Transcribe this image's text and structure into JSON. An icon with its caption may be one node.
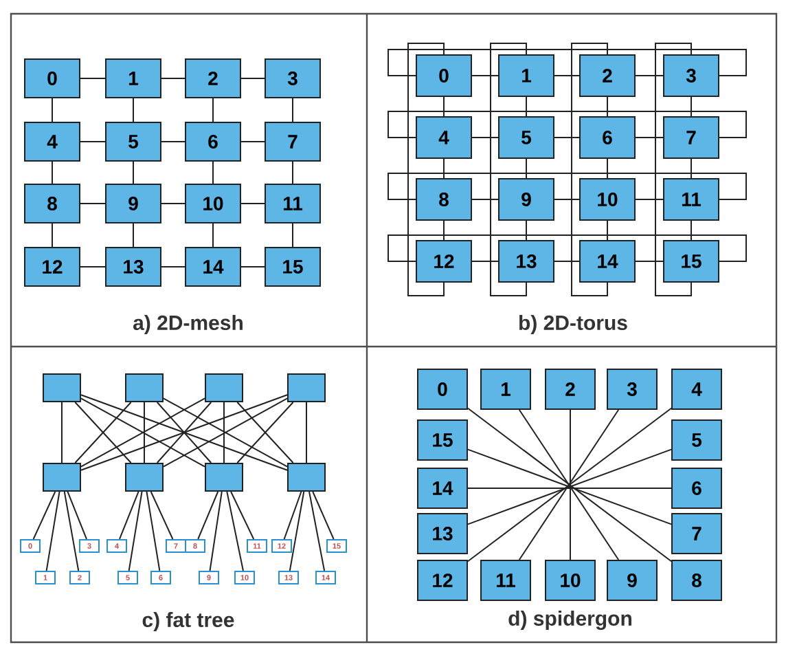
{
  "diagram": {
    "nodes": [
      {
        "text": [
          "0"
        ]
      },
      {
        "text": [
          "1"
        ]
      },
      {
        "text": [
          "2"
        ]
      },
      {
        "text": [
          "3"
        ]
      },
      {
        "text": [
          "4"
        ]
      },
      {
        "text": [
          "5"
        ]
      },
      {
        "text": [
          "6"
        ]
      },
      {
        "text": [
          "7"
        ]
      },
      {
        "text": [
          "8"
        ]
      },
      {
        "text": [
          "9"
        ]
      },
      {
        "text": [
          "10"
        ]
      },
      {
        "text": [
          "11"
        ]
      },
      {
        "text": [
          "12"
        ]
      },
      {
        "text": [
          "13"
        ]
      },
      {
        "text": [
          "14"
        ]
      },
      {
        "text": [
          "15"
        ]
      },
      {
        "text": [
          "0"
        ]
      },
      {
        "text": [
          "1"
        ]
      },
      {
        "text": [
          "2"
        ]
      },
      {
        "text": [
          "3"
        ]
      },
      {
        "text": [
          "4"
        ]
      },
      {
        "text": [
          "5"
        ]
      },
      {
        "text": [
          "6"
        ]
      },
      {
        "text": [
          "7"
        ]
      },
      {
        "text": [
          "8"
        ]
      },
      {
        "text": [
          "9"
        ]
      },
      {
        "text": [
          "10"
        ]
      },
      {
        "text": [
          "11"
        ]
      },
      {
        "text": [
          "12"
        ]
      },
      {
        "text": [
          "13"
        ]
      },
      {
        "text": [
          "14"
        ]
      },
      {
        "text": [
          "15"
        ]
      },
      {
        "text": [],
        "shape": "box"
      },
      {
        "text": [],
        "shape": "box"
      },
      {
        "text": [],
        "shape": "box"
      },
      {
        "text": [],
        "shape": "box"
      },
      {
        "text": [],
        "shape": "box"
      },
      {
        "text": [],
        "shape": "box"
      },
      {
        "text": [],
        "shape": "box"
      },
      {
        "text": [],
        "shape": "box"
      },
      {
        "text": [
          "0"
        ]
      },
      {
        "text": [
          "1"
        ]
      },
      {
        "text": [
          "2"
        ]
      },
      {
        "text": [
          "3"
        ]
      },
      {
        "text": [
          "4"
        ]
      },
      {
        "text": [
          "5"
        ]
      },
      {
        "text": [
          "6"
        ]
      },
      {
        "text": [
          "7"
        ]
      },
      {
        "text": [
          "8"
        ]
      },
      {
        "text": [
          "9"
        ]
      },
      {
        "text": [
          "10"
        ]
      },
      {
        "text": [
          "11"
        ]
      },
      {
        "text": [
          "12"
        ]
      },
      {
        "text": [
          "13"
        ]
      },
      {
        "text": [
          "14"
        ]
      },
      {
        "text": [
          "15"
        ]
      },
      {
        "text": [
          "0"
        ]
      },
      {
        "text": [
          "1"
        ]
      },
      {
        "text": [
          "2"
        ]
      },
      {
        "text": [
          "3"
        ]
      },
      {
        "text": [
          "4"
        ]
      },
      {
        "text": [
          "5"
        ]
      },
      {
        "text": [
          "6"
        ]
      },
      {
        "text": [
          "7"
        ]
      },
      {
        "text": [
          "8"
        ]
      },
      {
        "text": [
          "9"
        ]
      },
      {
        "text": [
          "10"
        ]
      },
      {
        "text": [
          "11"
        ]
      },
      {
        "text": [
          "12"
        ]
      },
      {
        "text": [
          "13"
        ]
      },
      {
        "text": [
          "14"
        ]
      },
      {
        "text": [
          "15"
        ]
      }
    ],
    "edges": [
      {
        "from": 0,
        "to": 1,
        "arrow": "none"
      },
      {
        "from": 1,
        "to": 2,
        "arrow": "none"
      },
      {
        "from": 2,
        "to": 3,
        "arrow": "none"
      },
      {
        "from": 4,
        "to": 5,
        "arrow": "none"
      },
      {
        "from": 5,
        "to": 6,
        "arrow": "none"
      },
      {
        "from": 6,
        "to": 7,
        "arrow": "none"
      },
      {
        "from": 8,
        "to": 9,
        "arrow": "none"
      },
      {
        "from": 9,
        "to": 10,
        "arrow": "none"
      },
      {
        "from": 10,
        "to": 11,
        "arrow": "none"
      },
      {
        "from": 12,
        "to": 13,
        "arrow": "none"
      },
      {
        "from": 13,
        "to": 14,
        "arrow": "none"
      },
      {
        "from": 14,
        "to": 15,
        "arrow": "none"
      },
      {
        "from": 0,
        "to": 4,
        "arrow": "none"
      },
      {
        "from": 4,
        "to": 8,
        "arrow": "none"
      },
      {
        "from": 8,
        "to": 12,
        "arrow": "none"
      },
      {
        "from": 1,
        "to": 5,
        "arrow": "none"
      },
      {
        "from": 5,
        "to": 9,
        "arrow": "none"
      },
      {
        "from": 9,
        "to": 13,
        "arrow": "none"
      },
      {
        "from": 2,
        "to": 6,
        "arrow": "none"
      },
      {
        "from": 6,
        "to": 10,
        "arrow": "none"
      },
      {
        "from": 10,
        "to": 14,
        "arrow": "none"
      },
      {
        "from": 3,
        "to": 7,
        "arrow": "none"
      },
      {
        "from": 7,
        "to": 11,
        "arrow": "none"
      },
      {
        "from": 11,
        "to": 15,
        "arrow": "none"
      },
      {
        "from": 16,
        "to": 17,
        "arrow": "none"
      },
      {
        "from": 17,
        "to": 18,
        "arrow": "none"
      },
      {
        "from": 18,
        "to": 19,
        "arrow": "none"
      },
      {
        "from": 20,
        "to": 21,
        "arrow": "none"
      },
      {
        "from": 21,
        "to": 22,
        "arrow": "none"
      },
      {
        "from": 22,
        "to": 23,
        "arrow": "none"
      },
      {
        "from": 24,
        "to": 25,
        "arrow": "none"
      },
      {
        "from": 25,
        "to": 26,
        "arrow": "none"
      },
      {
        "from": 26,
        "to": 27,
        "arrow": "none"
      },
      {
        "from": 28,
        "to": 29,
        "arrow": "none"
      },
      {
        "from": 29,
        "to": 30,
        "arrow": "none"
      },
      {
        "from": 30,
        "to": 31,
        "arrow": "none"
      },
      {
        "from": 16,
        "to": 20,
        "arrow": "none"
      },
      {
        "from": 20,
        "to": 24,
        "arrow": "none"
      },
      {
        "from": 24,
        "to": 28,
        "arrow": "none"
      },
      {
        "from": 17,
        "to": 21,
        "arrow": "none"
      },
      {
        "from": 21,
        "to": 25,
        "arrow": "none"
      },
      {
        "from": 25,
        "to": 29,
        "arrow": "none"
      },
      {
        "from": 18,
        "to": 22,
        "arrow": "none"
      },
      {
        "from": 22,
        "to": 26,
        "arrow": "none"
      },
      {
        "from": 26,
        "to": 30,
        "arrow": "none"
      },
      {
        "from": 19,
        "to": 23,
        "arrow": "none"
      },
      {
        "from": 23,
        "to": 27,
        "arrow": "none"
      },
      {
        "from": 27,
        "to": 31,
        "arrow": "none"
      },
      {
        "from": 16,
        "to": 19,
        "arrow": "none"
      },
      {
        "from": 20,
        "to": 23,
        "arrow": "none"
      },
      {
        "from": 24,
        "to": 27,
        "arrow": "none"
      },
      {
        "from": 28,
        "to": 31,
        "arrow": "none"
      },
      {
        "from": 16,
        "to": 28,
        "arrow": "none"
      },
      {
        "from": 17,
        "to": 29,
        "arrow": "none"
      },
      {
        "from": 18,
        "to": 30,
        "arrow": "none"
      },
      {
        "from": 19,
        "to": 31,
        "arrow": "none"
      },
      {
        "from": 32,
        "to": 36,
        "arrow": "none"
      },
      {
        "from": 32,
        "to": 37,
        "arrow": "none"
      },
      {
        "from": 32,
        "to": 38,
        "arrow": "none"
      },
      {
        "from": 32,
        "to": 39,
        "arrow": "none"
      },
      {
        "from": 33,
        "to": 36,
        "arrow": "none"
      },
      {
        "from": 33,
        "to": 37,
        "arrow": "none"
      },
      {
        "from": 33,
        "to": 38,
        "arrow": "none"
      },
      {
        "from": 33,
        "to": 39,
        "arrow": "none"
      },
      {
        "from": 34,
        "to": 36,
        "arrow": "none"
      },
      {
        "from": 34,
        "to": 37,
        "arrow": "none"
      },
      {
        "from": 34,
        "to": 38,
        "arrow": "none"
      },
      {
        "from": 34,
        "to": 39,
        "arrow": "none"
      },
      {
        "from": 35,
        "to": 36,
        "arrow": "none"
      },
      {
        "from": 35,
        "to": 37,
        "arrow": "none"
      },
      {
        "from": 35,
        "to": 38,
        "arrow": "none"
      },
      {
        "from": 35,
        "to": 39,
        "arrow": "none"
      },
      {
        "from": 36,
        "to": 40,
        "arrow": "none"
      },
      {
        "from": 36,
        "to": 41,
        "arrow": "none"
      },
      {
        "from": 36,
        "to": 42,
        "arrow": "none"
      },
      {
        "from": 36,
        "to": 43,
        "arrow": "none"
      },
      {
        "from": 37,
        "to": 44,
        "arrow": "none"
      },
      {
        "from": 37,
        "to": 45,
        "arrow": "none"
      },
      {
        "from": 37,
        "to": 46,
        "arrow": "none"
      },
      {
        "from": 37,
        "to": 47,
        "arrow": "none"
      },
      {
        "from": 38,
        "to": 48,
        "arrow": "none"
      },
      {
        "from": 38,
        "to": 49,
        "arrow": "none"
      },
      {
        "from": 38,
        "to": 50,
        "arrow": "none"
      },
      {
        "from": 38,
        "to": 51,
        "arrow": "none"
      },
      {
        "from": 39,
        "to": 52,
        "arrow": "none"
      },
      {
        "from": 39,
        "to": 53,
        "arrow": "none"
      },
      {
        "from": 39,
        "to": 54,
        "arrow": "none"
      },
      {
        "from": 39,
        "to": 55,
        "arrow": "none"
      },
      {
        "from": 56,
        "to": 64,
        "arrow": "none"
      },
      {
        "from": 57,
        "to": 65,
        "arrow": "none"
      },
      {
        "from": 58,
        "to": 66,
        "arrow": "none"
      },
      {
        "from": 59,
        "to": 67,
        "arrow": "none"
      },
      {
        "from": 60,
        "to": 68,
        "arrow": "none"
      },
      {
        "from": 61,
        "to": 69,
        "arrow": "none"
      },
      {
        "from": 62,
        "to": 70,
        "arrow": "none"
      },
      {
        "from": 63,
        "to": 71,
        "arrow": "none"
      }
    ],
    "labels": [
      "a) 2D-mesh",
      "b) 2D-torus",
      "c) fat tree",
      "d) spidergon"
    ]
  }
}
